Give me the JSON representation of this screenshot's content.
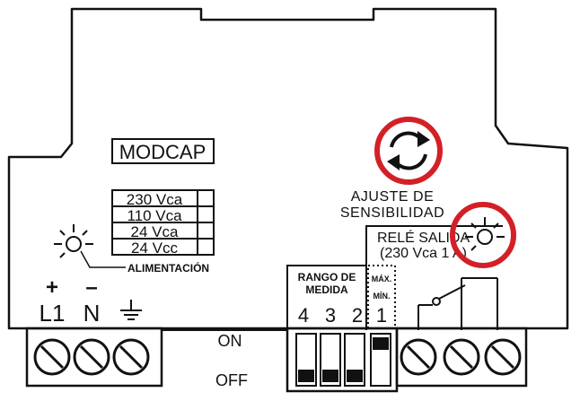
{
  "device": {
    "model_label": "MODCAP",
    "voltage_table": [
      "230 Vca",
      "110 Vca",
      "24 Vca",
      "24 Vcc"
    ],
    "power_led_label": "ALIMENTACIÓN",
    "adjust_label_line1": "AJUSTE DE",
    "adjust_label_line2": "SENSIBILIDAD",
    "relay_label_line1": "RELÉ SALIDA",
    "relay_label_line2": "(230 Vca 1 A)",
    "terminals": {
      "l1_polarity": "+",
      "n_polarity": "–",
      "l1": "L1",
      "n": "N"
    },
    "range": {
      "title_line1": "RANGO DE",
      "title_line2": "MEDIDA",
      "numbers": [
        "4",
        "3",
        "2"
      ],
      "extra_number": "1",
      "max_label": "MÁX.",
      "min_label": "MÍN."
    },
    "switch_on_label": "ON",
    "switch_off_label": "OFF"
  },
  "colors": {
    "outline": "#111111",
    "highlight_ring": "#d32027"
  },
  "icons": {
    "power_led": "sun-led-icon",
    "relay_led": "sun-led-icon",
    "adjust": "rotate-arrows-icon",
    "ground": "ground-icon",
    "screw": "screw-terminal-icon"
  }
}
